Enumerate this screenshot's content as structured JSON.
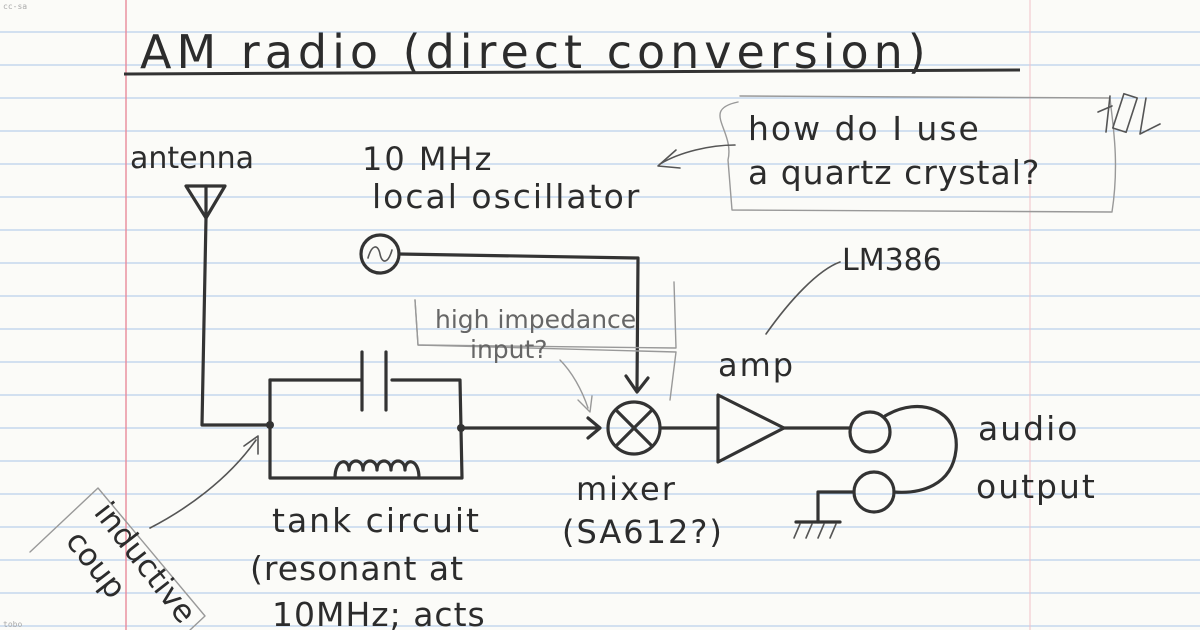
{
  "corner_marks": {
    "top_left": "cc-sa",
    "bottom_left": "tobo"
  },
  "title": "AM radio (direct conversion)",
  "labels": {
    "antenna": "antenna",
    "oscillator_freq": "10 MHz",
    "oscillator_name": "local oscillator",
    "question_crystal_1": "how do I use",
    "question_crystal_2": "a quartz crystal?",
    "amp_chip": "LM386",
    "impedance_1": "high impedance",
    "impedance_2": "input?",
    "amp": "amp",
    "audio_1": "audio",
    "audio_2": "output",
    "mixer_1": "mixer",
    "mixer_2": "(SA612?)",
    "tank_1": "tank circuit",
    "tank_2": "(resonant at",
    "tank_3": "10MHz; acts",
    "inductive_1": "inductive",
    "inductive_2": "coup"
  },
  "colors": {
    "paper": "#fbfbf8",
    "rule_line": "#a9c6e8",
    "margin_line": "#e88a9a",
    "ink": "#2c2c2c"
  }
}
